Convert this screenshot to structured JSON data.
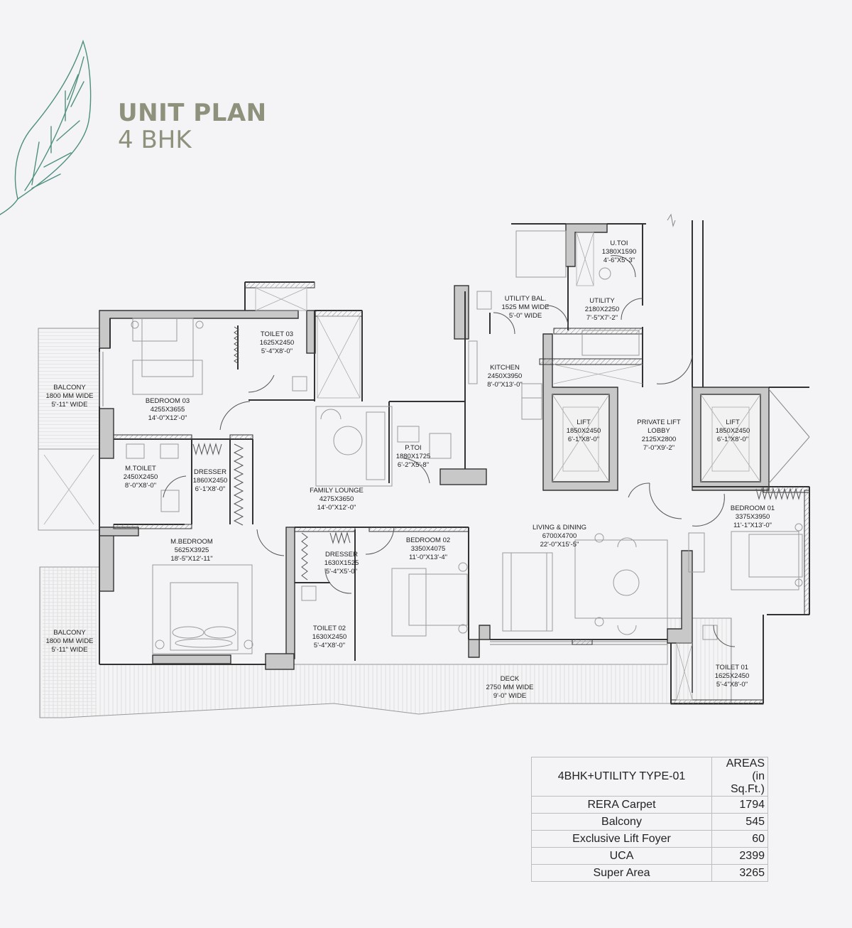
{
  "header": {
    "title_line1": "UNIT PLAN",
    "title_line2": "4 BHK",
    "title_color": "#8e917c",
    "leaf_icon_color": "#4f8f7e"
  },
  "rooms": {
    "balcony_top": {
      "name": "BALCONY",
      "dim_mm": "1800 MM WIDE",
      "dim_ft": "5'-11\" WIDE"
    },
    "bedroom_03": {
      "name": "BEDROOM 03",
      "dim_mm": "4255X3655",
      "dim_ft": "14'-0\"X12'-0\""
    },
    "toilet_03": {
      "name": "TOILET 03",
      "dim_mm": "1625X2450",
      "dim_ft": "5'-4\"X8'-0\""
    },
    "m_toilet": {
      "name": "M.TOILET",
      "dim_mm": "2450X2450",
      "dim_ft": "8'-0\"X8'-0\""
    },
    "dresser_1": {
      "name": "DRESSER",
      "dim_mm": "1860X2450",
      "dim_ft": "6'-1'X8'-0\""
    },
    "family_lounge": {
      "name": "FAMILY LOUNGE",
      "dim_mm": "4275X3650",
      "dim_ft": "14'-0\"X12'-0\""
    },
    "p_toi": {
      "name": "P.TOI",
      "dim_mm": "1880X1725",
      "dim_ft": "6'-2\"X5'-8\""
    },
    "m_bedroom": {
      "name": "M.BEDROOM",
      "dim_mm": "5625X3925",
      "dim_ft": "18'-5\"X12'-11\""
    },
    "dresser_2": {
      "name": "DRESSER",
      "dim_mm": "1630X1525",
      "dim_ft": "5'-4\"X5'-0\""
    },
    "toilet_02": {
      "name": "TOILET 02",
      "dim_mm": "1630X2450",
      "dim_ft": "5'-4\"X8'-0\""
    },
    "bedroom_02": {
      "name": "BEDROOM 02",
      "dim_mm": "3350X4075",
      "dim_ft": "11'-0\"X13'-4\""
    },
    "balcony_bottom": {
      "name": "BALCONY",
      "dim_mm": "1800 MM WIDE",
      "dim_ft": "5'-11\" WIDE"
    },
    "utility_bal": {
      "name": "UTILITY BAL.",
      "dim_mm": "1525 MM WIDE",
      "dim_ft": "5'-0\" WIDE"
    },
    "u_toi": {
      "name": "U.TOI",
      "dim_mm": "1380X1590",
      "dim_ft": "4'-6\"X5'-3\""
    },
    "utility": {
      "name": "UTILITY",
      "dim_mm": "2180X2250",
      "dim_ft": "7'-5\"X7'-2\""
    },
    "kitchen": {
      "name": "KITCHEN",
      "dim_mm": "2450X3950",
      "dim_ft": "8'-0\"X13'-0\""
    },
    "lift_1": {
      "name": "LIFT",
      "dim_mm": "1850X2450",
      "dim_ft": "6'-1\"X8'-0\""
    },
    "private_lift_lobby": {
      "name": "PRIVATE LIFT",
      "name2": "LOBBY",
      "dim_mm": "2125X2800",
      "dim_ft": "7'-0\"X9'-2\""
    },
    "lift_2": {
      "name": "LIFT",
      "dim_mm": "1850X2450",
      "dim_ft": "6'-1\"X8'-0\""
    },
    "living_dining": {
      "name": "LIVING & DINING",
      "dim_mm": "6700X4700",
      "dim_ft": "22'-0\"X15'-5\""
    },
    "bedroom_01": {
      "name": "BEDROOM 01",
      "dim_mm": "3375X3950",
      "dim_ft": "11'-1\"X13'-0\""
    },
    "deck": {
      "name": "DECK",
      "dim_mm": "2750 MM WIDE",
      "dim_ft": "9'-0\" WIDE"
    },
    "toilet_01": {
      "name": "TOILET 01",
      "dim_mm": "1625X2450",
      "dim_ft": "5'-4\"X8'-0\""
    }
  },
  "area_table": {
    "header_type": "4BHK+UTILITY TYPE-01",
    "header_areas": "AREAS",
    "header_units": "(in Sq.Ft.)",
    "rows": [
      {
        "label": "RERA Carpet",
        "value": "1794"
      },
      {
        "label": "Balcony",
        "value": "545"
      },
      {
        "label": "Exclusive Lift Foyer",
        "value": "60"
      },
      {
        "label": "UCA",
        "value": "2399"
      },
      {
        "label": "Super Area",
        "value": "3265"
      }
    ]
  },
  "colors": {
    "background": "#f4f4f6",
    "wall_fill": "#c8c8c8",
    "wall_stroke": "#333333",
    "fixture_line": "#9a9a9a"
  }
}
